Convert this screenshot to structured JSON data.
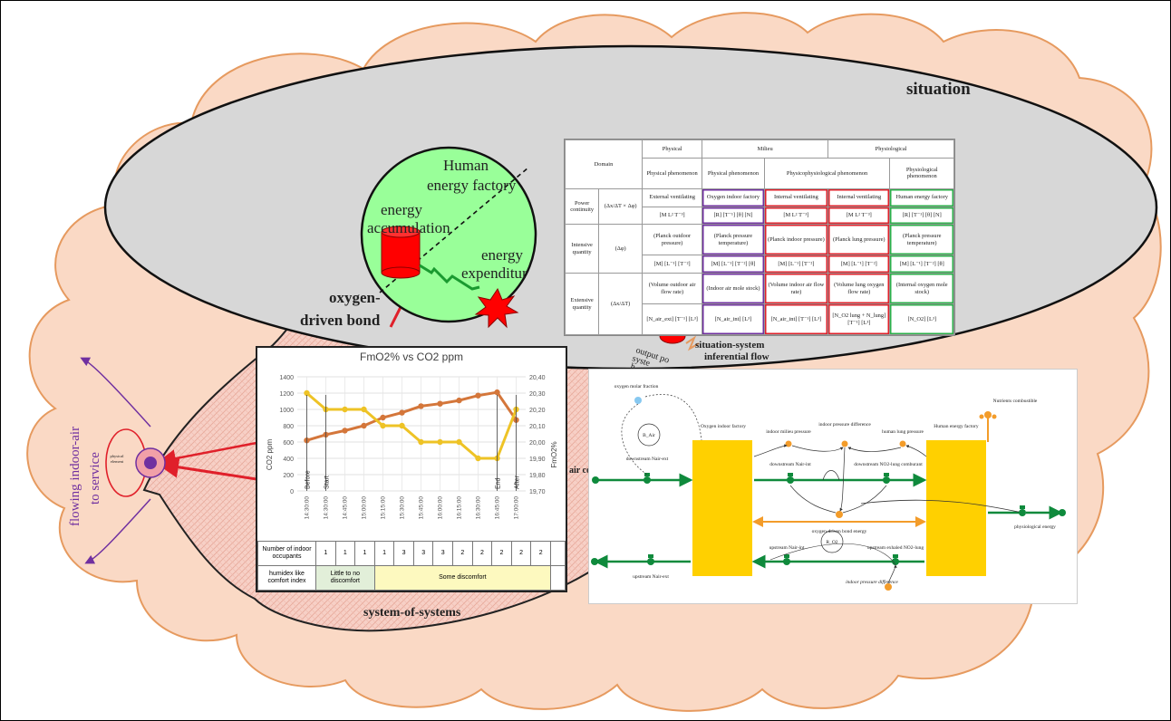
{
  "labels": {
    "situation": "situation",
    "system_of_systems": "system-of-systems",
    "oxygen_driven_bond_1": "oxygen-",
    "oxygen_driven_bond_2": "driven bond",
    "human_energy_factory_1": "Human",
    "human_energy_factory_2": "energy factory",
    "energy_accumulation_1": "energy",
    "energy_accumulation_2": "accumulation",
    "energy_expenditure_1": "energy",
    "energy_expenditure_2": "expenditur",
    "flowing_1": "flowing indoor-air",
    "flowing_2": "to service",
    "physical_element_1": "physical",
    "physical_element_2": "element",
    "situation_system_1": "situation-system",
    "situation_system_2": "inferential flow",
    "output_partial_1": "output po",
    "output_partial_2": "syste",
    "output_partial_3": "h",
    "air_partial": "air co"
  },
  "table": {
    "domain": "Domain",
    "col_groups": [
      "Physical",
      "Milieu",
      "Physiological"
    ],
    "phenomena": [
      "Physical phenomenon",
      "Physical phenomenon",
      "Physicophysiological phenomenon",
      "Physiological phenomenon"
    ],
    "rows": [
      {
        "name": "Power continuity",
        "symbol": "(Δx/ΔT × Δφ)",
        "cells": [
          "External ventilating",
          "Oxygen indoor factory",
          "Internal ventilating",
          "Internal ventilating",
          "Human energy factory"
        ],
        "dims": [
          "[M L² T⁻³]",
          "[R] [T⁻¹] [θ] [N]",
          "[M L² T⁻³]",
          "[M L² T⁻³]",
          "[R] [T⁻¹] [θ] [N]"
        ]
      },
      {
        "name": "Intensive quantity",
        "symbol": "(Δφ)",
        "cells": [
          "(Planck outdoor pressure)",
          "(Planck pressure temperature)",
          "(Planck indoor pressure)",
          "(Planck lung pressure)",
          "(Planck pressure temperature)"
        ],
        "dims": [
          "[M] [L⁻¹] [T⁻²]",
          "[M] [L⁻¹] [T⁻²] [θ]",
          "[M] [L⁻¹] [T⁻²]",
          "[M] [L⁻¹] [T⁻²]",
          "[M] [L⁻¹] [T⁻²] [θ]"
        ]
      },
      {
        "name": "Extensive quantity",
        "symbol": "(Δx/ΔT)",
        "cells": [
          "(Volume outdoor air flow rate)",
          "(Indoor air mole stock)",
          "(Volume indoor air flow rate)",
          "(Volume lung oxygen flow rate)",
          "(Internal oxygen mole stock)"
        ],
        "dims": [
          "[N_air_ext] [T⁻¹] [L³]",
          "[N_air_int] [L³]",
          "[N_air_int] [T⁻¹] [L³]",
          "[N_O2 lung + N_lung] [T⁻¹] [L³]",
          "[N_O2] [L³]"
        ]
      }
    ]
  },
  "chart_data": {
    "type": "line",
    "title": "FmO2% vs CO2 ppm",
    "ylabel": "CO2 ppm",
    "y2label": "FmO2%",
    "ylim": [
      0,
      1400
    ],
    "y2lim": [
      19.7,
      20.4
    ],
    "y_ticks": [
      "0",
      "200",
      "400",
      "600",
      "800",
      "1000",
      "1200",
      "1400"
    ],
    "y2_ticks": [
      "19,70",
      "19,80",
      "19,90",
      "20,00",
      "20,10",
      "20,20",
      "20,30",
      "20,40"
    ],
    "categories": [
      "14:30:00",
      "14:30:00",
      "14:45:00",
      "15:00:00",
      "15:15:00",
      "15:30:00",
      "15:45:00",
      "16:00:00",
      "16:15:00",
      "16:30:00",
      "16:45:00",
      "17:00:00"
    ],
    "markers": [
      {
        "index": 0,
        "label": "Before"
      },
      {
        "index": 1,
        "label": "Start"
      },
      {
        "index": 10,
        "label": "End"
      },
      {
        "index": 11,
        "label": "After"
      }
    ],
    "series": [
      {
        "values": [
          620,
          690,
          740,
          800,
          900,
          960,
          1040,
          1070,
          1110,
          1170,
          1210,
          870
        ],
        "color": "#d4763a",
        "axis": "left"
      },
      {
        "values": [
          20.3,
          20.2,
          20.2,
          20.2,
          20.1,
          20.1,
          20.0,
          20.0,
          20.0,
          19.9,
          19.9,
          20.2
        ],
        "color": "#eec326",
        "axis": "right"
      }
    ],
    "occupants_label": "Number of indoor occupants",
    "occupants": [
      "1",
      "1",
      "1",
      "1",
      "3",
      "3",
      "3",
      "2",
      "2",
      "2",
      "2",
      "2"
    ],
    "comfort_label": "humidex like comfort index",
    "comfort_bands": [
      {
        "label": "Little to no discomfort",
        "color": "#e2efd9"
      },
      {
        "label": "Some discomfort",
        "color": "#fdf9bf"
      }
    ]
  },
  "diagram": {
    "stocks": [
      "Oxygen indoor factory",
      "Human energy factory"
    ],
    "labels": {
      "oxygen_molar": "oxygen molar fraction",
      "b_air": "B_Air",
      "downstream_nair_ext": "downstream Nair-ext",
      "indoor_milieu_pressure": "indoor milieu pressure",
      "indoor_pressure_difference": "indoor pressure difference",
      "human_lung_pressure": "human lung pressure",
      "nutrients": "Nutrients combustible",
      "downstream_nair_int": "downstream Nair-int",
      "downstream_no2": "downstream NO2-lung comburant",
      "oxygen_driven_bond_energy": "oxygen-driven bond energy",
      "physiological_energy": "physiological energy",
      "r_o2": "R_O2",
      "upstream_nair_int": "upstream Nair-int",
      "upstream_exhaled": "upstream exhaled NO2-lung",
      "upstream_nair_ext": "upstream Nair-ext",
      "indoor_pressure_difference_2": "indoor pressure difference"
    }
  },
  "colors": {
    "cloud_fill": "#fad9c5",
    "cloud_stroke": "#e69a5f",
    "ellipse_fill": "#d7d7d7",
    "hatched_fill": "#f6c9c0",
    "circle_green": "#99ff99",
    "accent_red": "#ff0000",
    "purple": "#7030a0",
    "stock_yellow": "#ffd000",
    "flow_green": "#0f8a3c",
    "aux_orange": "#f39c2a"
  }
}
